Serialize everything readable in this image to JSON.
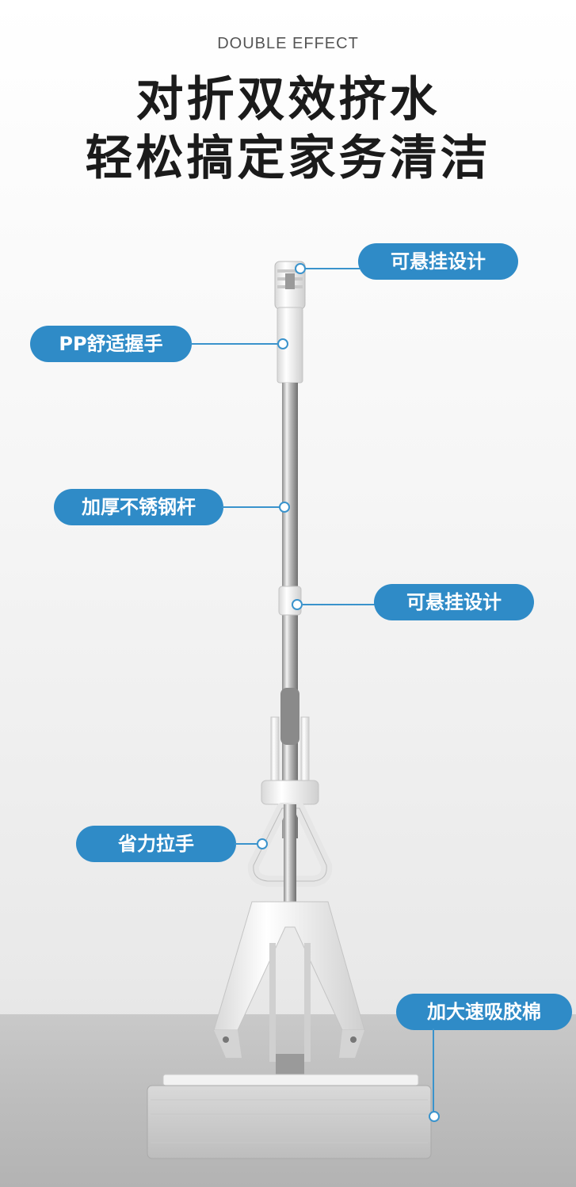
{
  "header": {
    "subtitle": "DOUBLE EFFECT",
    "title_line1": "对折双效挤水",
    "title_line2": "轻松搞定家务清洁"
  },
  "callouts": {
    "top_hang": "可悬挂设计",
    "grip": "PP舒适握手",
    "rod": "加厚不锈钢杆",
    "mid_hang": "可悬挂设计",
    "pull_handle": "省力拉手",
    "sponge": "加大速吸胶棉"
  },
  "colors": {
    "callout_blue": "#2f8bc7",
    "title_text": "#1b1b1b"
  }
}
